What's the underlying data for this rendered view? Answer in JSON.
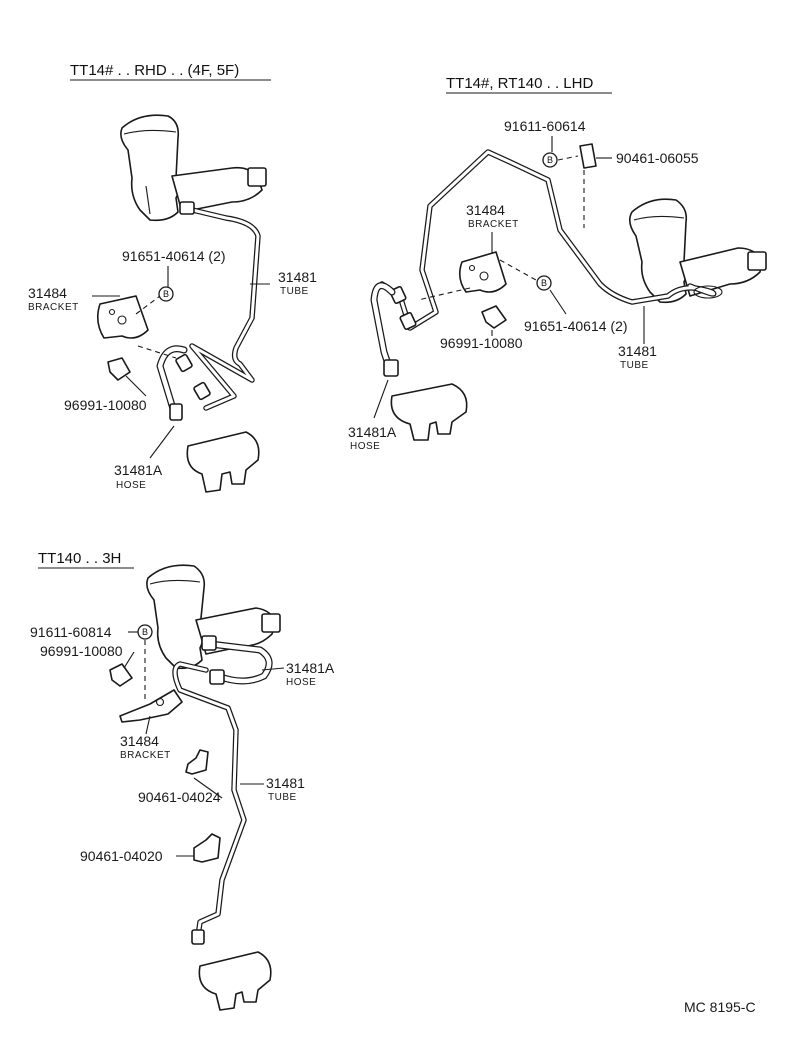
{
  "sections": {
    "rhd": {
      "header": "TT14# . . RHD . . (4F, 5F)",
      "labels": {
        "bolt": "91651-40614 (2)",
        "bolt_mark": "B",
        "tube_num": "31481",
        "tube_sub": "TUBE",
        "bracket_num": "31484",
        "bracket_sub": "BRACKET",
        "clip": "96991-10080",
        "hose_num": "31481A",
        "hose_sub": "HOSE"
      }
    },
    "lhd": {
      "header": "TT14#, RT140 . . LHD",
      "labels": {
        "bolt_top": "91611-60614",
        "bolt_mark": "B",
        "clip_top": "90461-06055",
        "bracket_num": "31484",
        "bracket_sub": "BRACKET",
        "bolt": "91651-40614 (2)",
        "clip": "96991-10080",
        "tube_num": "31481",
        "tube_sub": "TUBE",
        "hose_num": "31481A",
        "hose_sub": "HOSE"
      }
    },
    "three_h": {
      "header": "TT140 . . 3H",
      "labels": {
        "bolt": "91611-60814",
        "bolt_mark": "B",
        "clip": "96991-10080",
        "hose_num": "31481A",
        "hose_sub": "HOSE",
        "bracket_num": "31484",
        "bracket_sub": "BRACKET",
        "tube_num": "31481",
        "tube_sub": "TUBE",
        "clip_a": "90461-04024",
        "clip_b": "90461-04020"
      }
    }
  },
  "footer": {
    "code": "MC 8195-C"
  }
}
